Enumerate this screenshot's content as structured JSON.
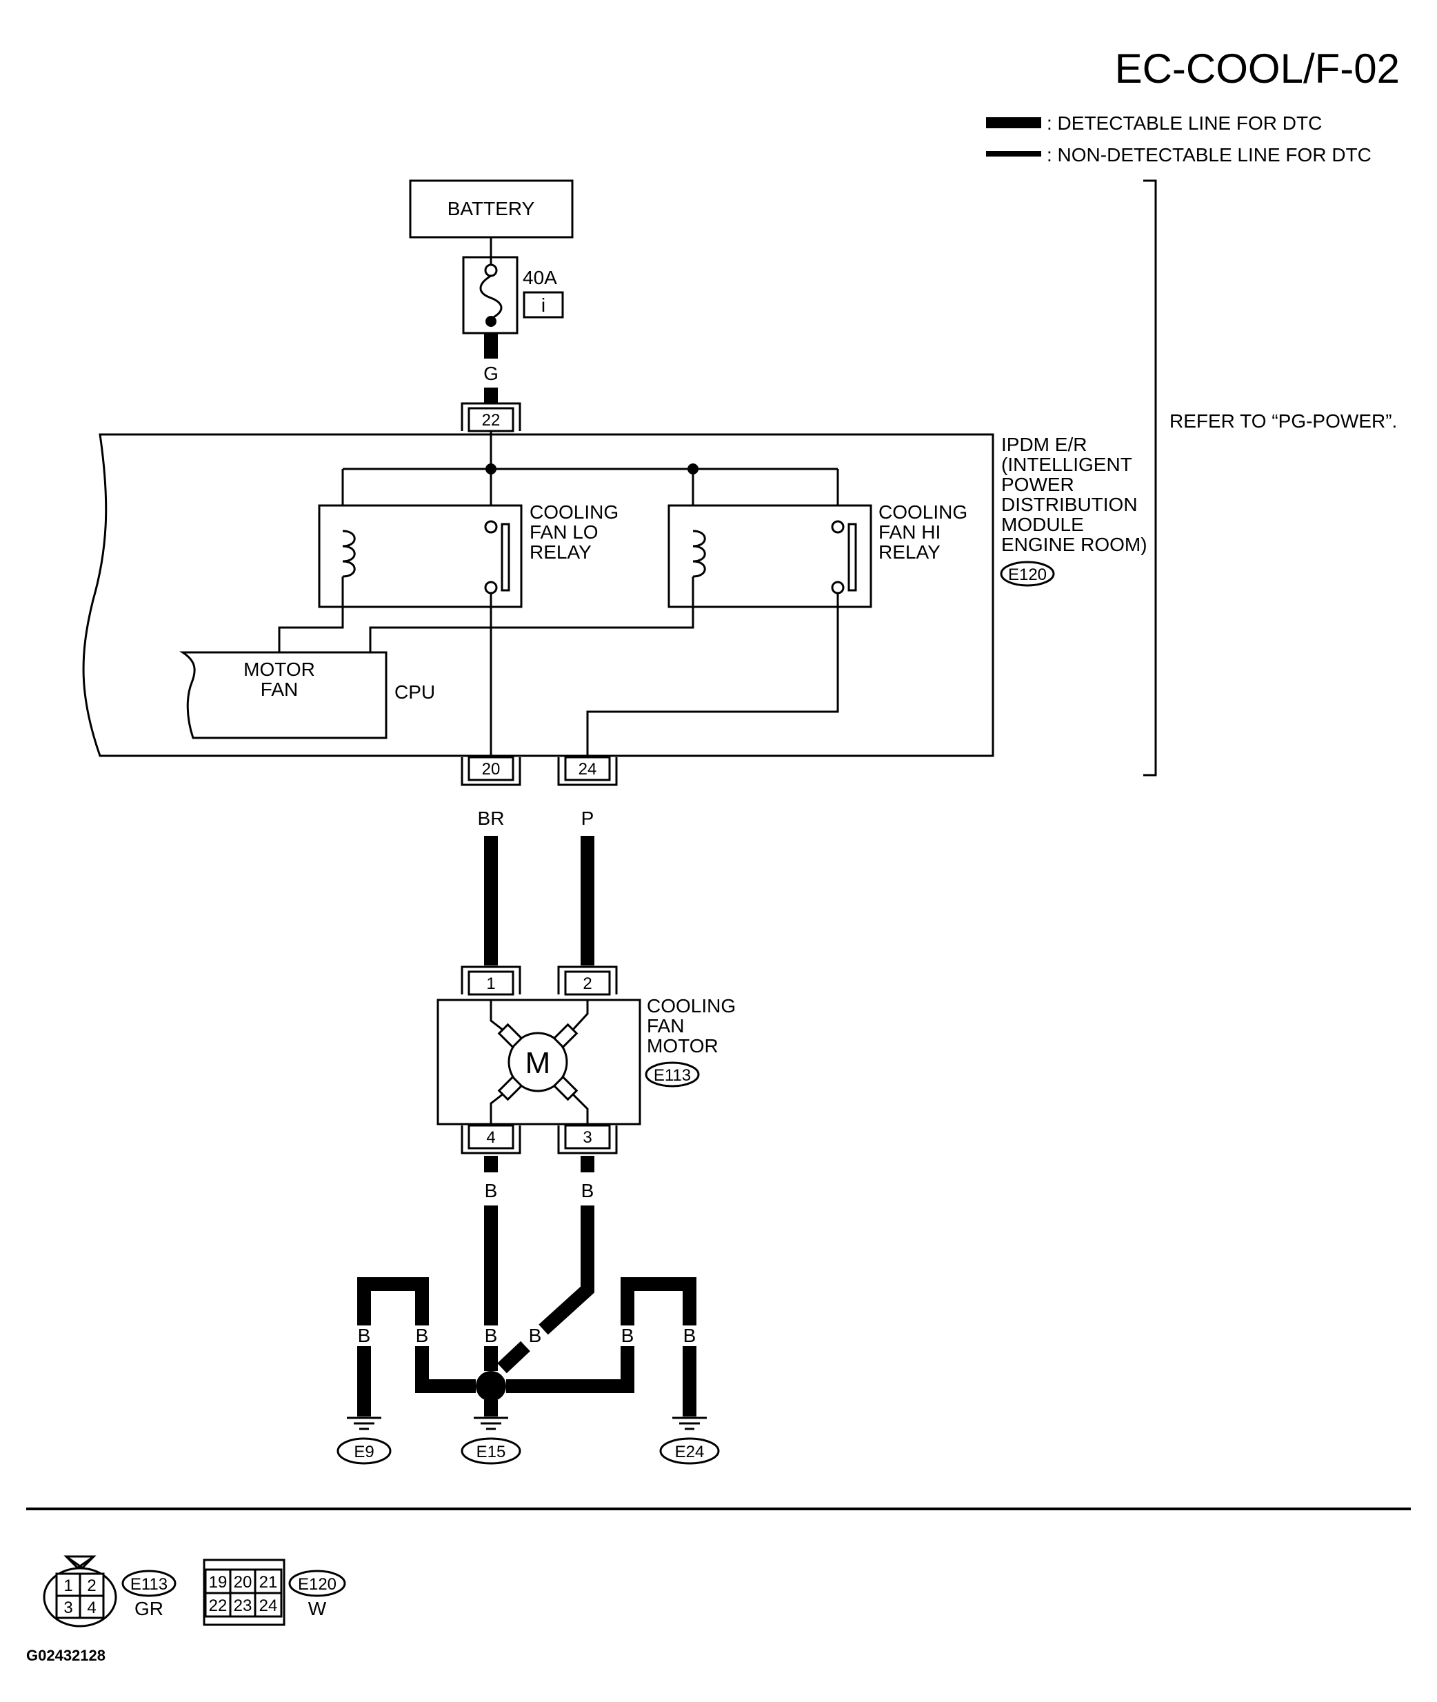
{
  "title": "EC-COOL/F-02",
  "legend": {
    "detectable": ": DETECTABLE LINE FOR DTC",
    "non_detectable": ": NON-DETECTABLE LINE FOR DTC"
  },
  "refer_note": "REFER TO “PG-POWER”.",
  "battery_label": "BATTERY",
  "fuse": {
    "rating": "40A",
    "id": "i"
  },
  "wires": {
    "battery_out": "G",
    "lo_out": "BR",
    "hi_out": "P",
    "ground": "B"
  },
  "ipdm": {
    "lines": [
      "IPDM E/R",
      "(INTELLIGENT",
      "POWER",
      "DISTRIBUTION",
      "MODULE",
      "ENGINE ROOM)"
    ],
    "connector": "E120",
    "input_pin": "22",
    "lo_pin": "20",
    "hi_pin": "24"
  },
  "lo_relay": [
    "COOLING",
    "FAN LO",
    "RELAY"
  ],
  "hi_relay": [
    "COOLING",
    "FAN HI",
    "RELAY"
  ],
  "cpu": {
    "label": "CPU",
    "block": [
      "MOTOR",
      "FAN"
    ]
  },
  "motor": {
    "lines": [
      "COOLING",
      "FAN",
      "MOTOR"
    ],
    "connector": "E113",
    "symbol": "M",
    "pins": [
      "1",
      "2",
      "4",
      "3"
    ]
  },
  "grounds": [
    "E9",
    "E15",
    "E24"
  ],
  "connectors_legend": {
    "e113": {
      "id": "E113",
      "color": "GR",
      "pins": [
        "1",
        "2",
        "3",
        "4"
      ]
    },
    "e120": {
      "id": "E120",
      "color": "W",
      "pins": [
        "19",
        "20",
        "21",
        "22",
        "23",
        "24"
      ]
    }
  },
  "figure_id": "G02432128"
}
